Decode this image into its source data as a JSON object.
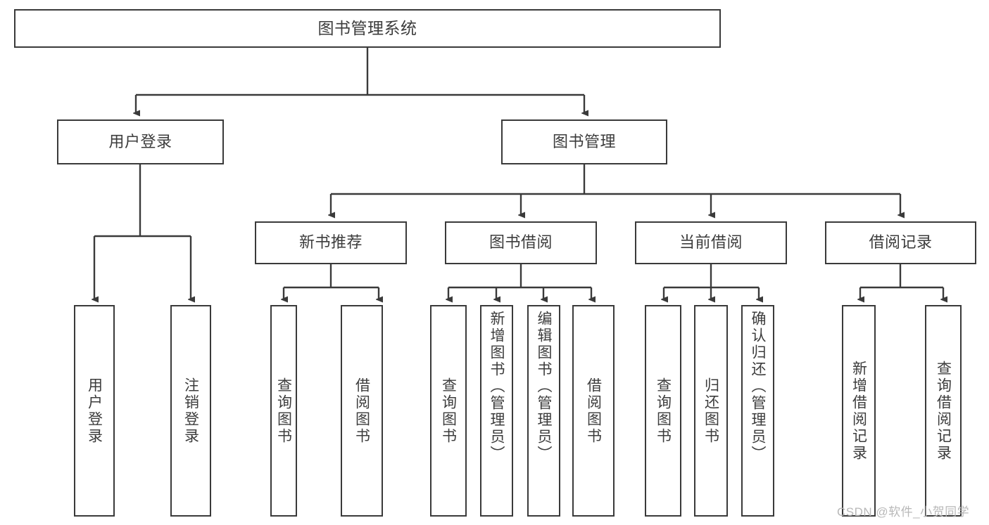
{
  "diagram": {
    "title": "图书管理系统",
    "type": "hierarchy-tree",
    "stroke_color": "#3a3a3a",
    "text_color": "#3c3c3c",
    "background": "#ffffff",
    "levels": [
      {
        "level": 1,
        "nodes": [
          {
            "id": "root",
            "label": "图书管理系统",
            "orientation": "horizontal"
          }
        ]
      },
      {
        "level": 2,
        "nodes": [
          {
            "id": "user-login",
            "label": "用户登录",
            "orientation": "horizontal",
            "parent": "root"
          },
          {
            "id": "book-manage",
            "label": "图书管理",
            "orientation": "horizontal",
            "parent": "root"
          }
        ]
      },
      {
        "level": 3,
        "nodes": [
          {
            "id": "new-book-rec",
            "label": "新书推荐",
            "orientation": "horizontal",
            "parent": "book-manage"
          },
          {
            "id": "book-borrow",
            "label": "图书借阅",
            "orientation": "horizontal",
            "parent": "book-manage"
          },
          {
            "id": "current-borrow",
            "label": "当前借阅",
            "orientation": "horizontal",
            "parent": "book-manage"
          },
          {
            "id": "borrow-record",
            "label": "借阅记录",
            "orientation": "horizontal",
            "parent": "book-manage"
          }
        ]
      },
      {
        "level": 4,
        "nodes": [
          {
            "id": "leaf-user-login",
            "label": "用户登录",
            "orientation": "vertical",
            "parent": "user-login"
          },
          {
            "id": "leaf-logout",
            "label": "注销登录",
            "orientation": "vertical",
            "parent": "user-login"
          },
          {
            "id": "leaf-query-book-1",
            "label": "查询图书",
            "orientation": "vertical",
            "parent": "new-book-rec"
          },
          {
            "id": "leaf-borrow-book-1",
            "label": "借阅图书",
            "orientation": "vertical",
            "parent": "new-book-rec"
          },
          {
            "id": "leaf-query-book-2",
            "label": "查询图书",
            "orientation": "vertical",
            "parent": "book-borrow"
          },
          {
            "id": "leaf-add-book",
            "label": "新增图书（管理员）",
            "orientation": "vertical",
            "parent": "book-borrow"
          },
          {
            "id": "leaf-edit-book",
            "label": "编辑图书（管理员）",
            "orientation": "vertical",
            "parent": "book-borrow"
          },
          {
            "id": "leaf-borrow-book-2",
            "label": "借阅图书",
            "orientation": "vertical",
            "parent": "book-borrow"
          },
          {
            "id": "leaf-query-book-3",
            "label": "查询图书",
            "orientation": "vertical",
            "parent": "current-borrow"
          },
          {
            "id": "leaf-return-book",
            "label": "归还图书",
            "orientation": "vertical",
            "parent": "current-borrow"
          },
          {
            "id": "leaf-confirm-return",
            "label": "确认归还（管理员）",
            "orientation": "vertical",
            "parent": "current-borrow"
          },
          {
            "id": "leaf-add-record",
            "label": "新增借阅记录",
            "orientation": "vertical",
            "parent": "borrow-record"
          },
          {
            "id": "leaf-query-record",
            "label": "查询借阅记录",
            "orientation": "vertical",
            "parent": "borrow-record"
          }
        ]
      }
    ]
  },
  "watermark": {
    "text": "CSDN @软件_小贺同学"
  }
}
